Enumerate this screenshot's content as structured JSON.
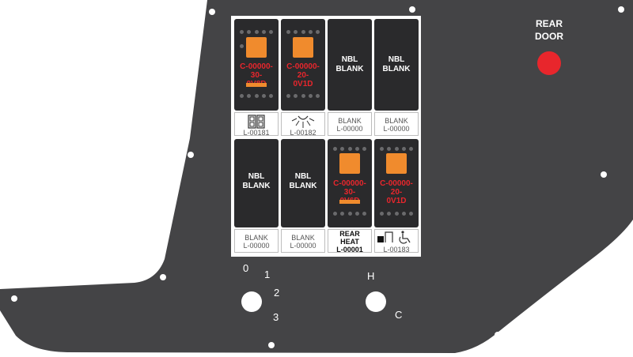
{
  "colors": {
    "panel": "#444446",
    "rocker_body": "#2a2a2c",
    "lamp": "#f08b2d",
    "code_text": "#e8262c",
    "rear_door_button": "#e8262c"
  },
  "rocker_top": [
    {
      "type": "lamp",
      "code": "C-00000-30-\n0V8D",
      "legend": "L-00181",
      "icon": "twin-rocker-icon"
    },
    {
      "type": "lamp",
      "code": "C-00000-20-\n0V1D",
      "legend": "L-00182",
      "icon": "light-rays-icon"
    },
    {
      "type": "blank",
      "text": "NBL\nBLANK",
      "legend_top": "BLANK",
      "legend": "L-00000"
    },
    {
      "type": "blank",
      "text": "NBL\nBLANK",
      "legend_top": "BLANK",
      "legend": "L-00000"
    }
  ],
  "rocker_bottom": [
    {
      "type": "blank",
      "text": "NBL\nBLANK",
      "legend_top": "BLANK",
      "legend": "L-00000"
    },
    {
      "type": "blank",
      "text": "NBL\nBLANK",
      "legend_top": "BLANK",
      "legend": "L-00000"
    },
    {
      "type": "lamp",
      "code": "C-00000-30-\n0V6D",
      "legend_top": "REAR\nHEAT",
      "legend": "L-00001"
    },
    {
      "type": "lamp",
      "code": "C-00000-20-\n0V1D",
      "legend": "L-00183",
      "icon": "door-lock-wheelchair-icon"
    }
  ],
  "rear_door": {
    "label": "REAR\nDOOR"
  },
  "fan_knob": {
    "positions": [
      "0",
      "1",
      "2",
      "3"
    ]
  },
  "temp_knob": {
    "hot": "H",
    "cold": "C"
  }
}
